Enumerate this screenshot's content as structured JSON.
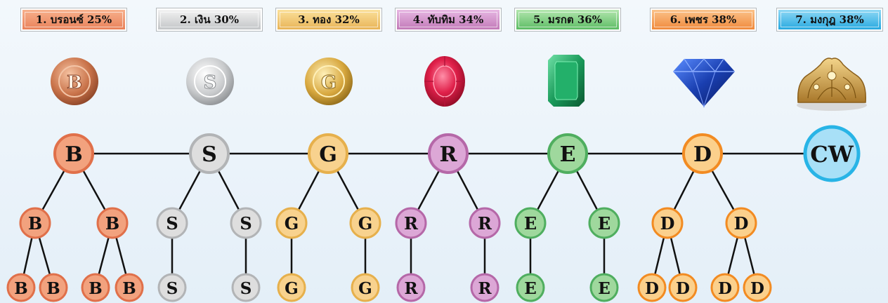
{
  "tiers": [
    {
      "banner": "1. บรอนซ์ 25%",
      "letter": "B",
      "icon": "bronze-coin-icon",
      "color": "#f2a27e",
      "ring": "#e0704a",
      "banner_from": "#f7b08c",
      "banner_to": "#e9825a"
    },
    {
      "banner": "2. เงิน 30%",
      "letter": "S",
      "icon": "silver-coin-icon",
      "color": "#dedede",
      "ring": "#b2b4b6",
      "banner_from": "#f2f2f2",
      "banner_to": "#c3c5c7"
    },
    {
      "banner": "3. ทอง 32%",
      "letter": "G",
      "icon": "gold-coin-icon",
      "color": "#f8d28e",
      "ring": "#e6b04c",
      "banner_from": "#fbe09a",
      "banner_to": "#e8b457"
    },
    {
      "banner": "4. ทับทิม 34%",
      "letter": "R",
      "icon": "ruby-gem-icon",
      "color": "#dca7d6",
      "ring": "#b568a8",
      "banner_from": "#e7b7e3",
      "banner_to": "#c27ab8"
    },
    {
      "banner": "5. มรกต 36%",
      "letter": "E",
      "icon": "emerald-gem-icon",
      "color": "#9fd89d",
      "ring": "#4fae5f",
      "banner_from": "#b3e6ae",
      "banner_to": "#5cbc64"
    },
    {
      "banner": "6. เพชร 38%",
      "letter": "D",
      "icon": "diamond-gem-icon",
      "color": "#fbd08c",
      "ring": "#f28b22",
      "banner_from": "#fbc28a",
      "banner_to": "#f08a3c"
    },
    {
      "banner": "7. มงกุฎ 38%",
      "letter": "CW",
      "icon": "crown-icon",
      "color": "#a8e0f7",
      "ring": "#28b4e6",
      "banner_from": "#8fd8f5",
      "banner_to": "#27a9e0"
    }
  ]
}
